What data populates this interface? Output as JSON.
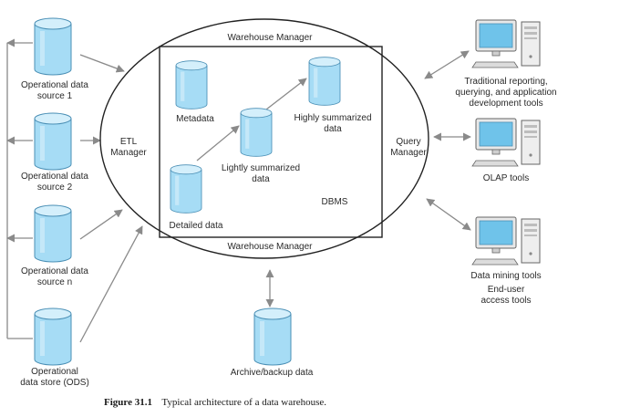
{
  "colors": {
    "cylinder_fill": "#a6dcf5",
    "cylinder_top": "#d4effb",
    "cylinder_stroke": "#4a8fb5",
    "arrow": "#8a8a8a",
    "outline": "#222222"
  },
  "sources": [
    {
      "lines": [
        "Operational data",
        "source 1"
      ]
    },
    {
      "lines": [
        "Operational data",
        "source 2"
      ]
    },
    {
      "lines": [
        "Operational data",
        "source n"
      ]
    },
    {
      "lines": [
        "Operational",
        "data store (ODS)"
      ]
    }
  ],
  "warehouse": {
    "manager_top": "Warehouse Manager",
    "manager_bottom": "Warehouse Manager",
    "etl_manager": [
      "ETL",
      "Manager"
    ],
    "query_manager": [
      "Query",
      "Manager"
    ],
    "dbms": "DBMS",
    "stores": {
      "metadata": [
        "Metadata"
      ],
      "detailed": [
        "Detailed data"
      ],
      "lightly": [
        "Lightly summarized",
        "data"
      ],
      "highly": [
        "Highly summarized",
        "data"
      ]
    }
  },
  "archive": {
    "label": "Archive/backup data"
  },
  "tools": [
    {
      "icon": "computer-icon",
      "lines": [
        "Traditional reporting,",
        "querying, and application",
        "development tools"
      ]
    },
    {
      "icon": "computer-icon",
      "lines": [
        "OLAP tools"
      ]
    },
    {
      "icon": "computer-icon",
      "lines": [
        "Data mining tools"
      ]
    }
  ],
  "end_user": [
    "End-user",
    "access tools"
  ],
  "caption": {
    "number": "Figure 31.1",
    "text": "Typical architecture of a data warehouse."
  }
}
